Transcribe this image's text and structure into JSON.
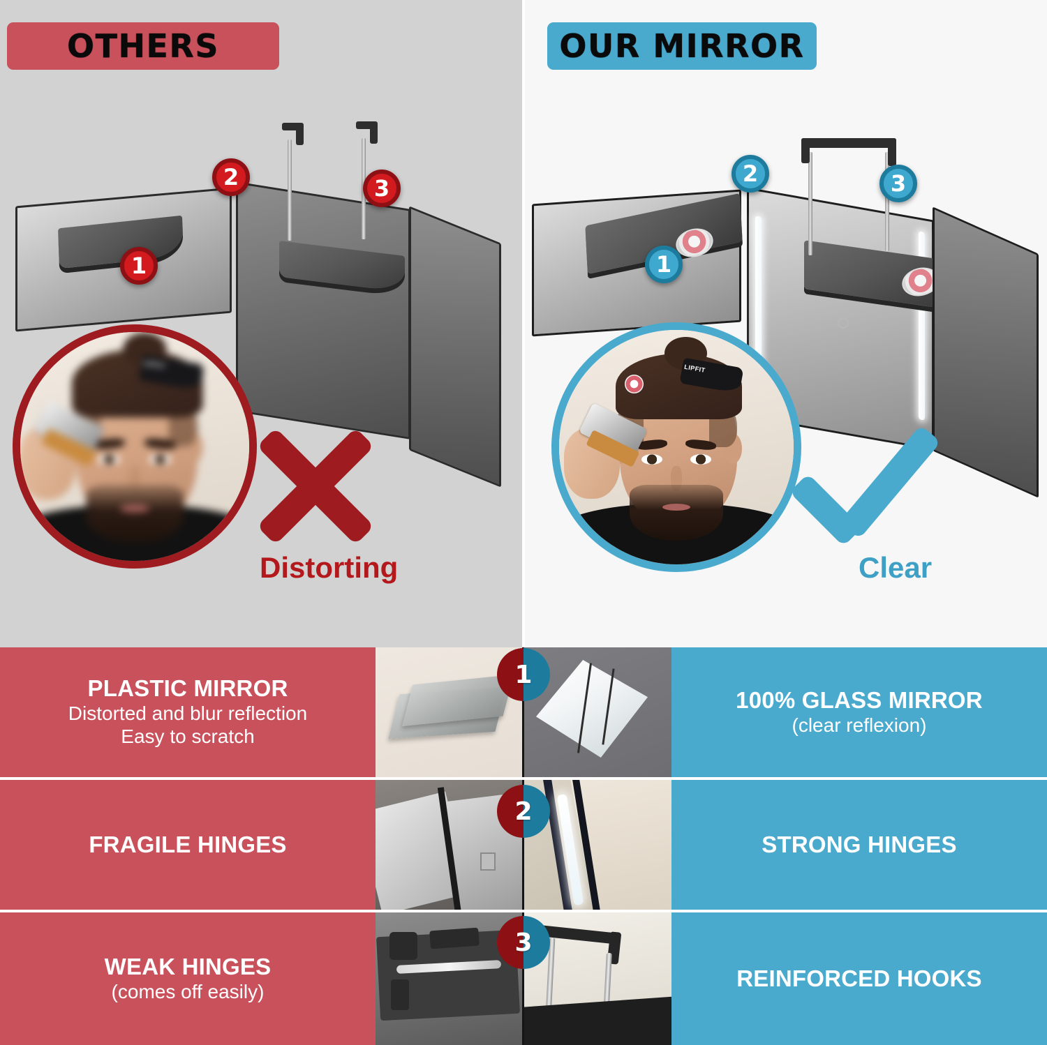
{
  "headers": {
    "left_badge": "OTHERS",
    "right_badge": "OUR MIRROR"
  },
  "hero": {
    "left": {
      "callouts": [
        "1",
        "2",
        "3"
      ],
      "verdict_label": "Distorting",
      "verdict_icon": "cross-mark-icon",
      "photo_caption_state": "blurry distorted reflection"
    },
    "right": {
      "callouts": [
        "1",
        "2",
        "3"
      ],
      "verdict_label": "Clear",
      "verdict_icon": "check-mark-icon",
      "photo_caption_state": "sharp clear reflection"
    }
  },
  "comparison_rows": [
    {
      "number": "1",
      "left_title": "PLASTIC MIRROR",
      "left_sub_1": "Distorted and blur reflection",
      "left_sub_2": "Easy to scratch",
      "right_title": "100% GLASS MIRROR",
      "right_sub_1": "(clear reflexion)",
      "right_sub_2": "",
      "left_photo": "plastic-mirror-sheets-photo",
      "right_photo": "glass-mirror-sheet-photo"
    },
    {
      "number": "2",
      "left_title": "FRAGILE HINGES",
      "left_sub_1": "",
      "left_sub_2": "",
      "right_title": "STRONG HINGES",
      "right_sub_1": "",
      "right_sub_2": "",
      "left_photo": "fragile-hinge-closeup-photo",
      "right_photo": "strong-hinge-closeup-photo"
    },
    {
      "number": "3",
      "left_title": "WEAK HINGES",
      "left_sub_1": "(comes off easily)",
      "left_sub_2": "",
      "right_title": "REINFORCED HOOKS",
      "right_sub_1": "",
      "right_sub_2": "",
      "left_photo": "weak-hook-closeup-photo",
      "right_photo": "reinforced-hook-closeup-photo"
    }
  ],
  "colors": {
    "red": "#c9515c",
    "red_dark": "#9e1c20",
    "red_badge": "#d31a1f",
    "blue": "#4aaace",
    "blue_badge": "#3fa8cf",
    "blue_dark": "#1d7b9e",
    "hero_left_bg": "#d2d2d2",
    "hero_right_bg": "#f7f7f7"
  },
  "cap_text": "LIPFIT"
}
